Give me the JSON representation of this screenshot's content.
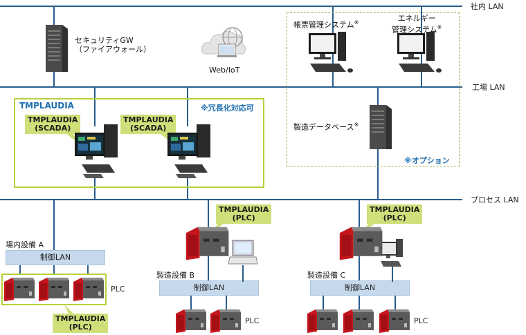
{
  "networks": {
    "office_lan": "社内 LAN",
    "factory_lan": "工場 LAN",
    "process_lan": "プロセス LAN"
  },
  "top": {
    "gateway_label_1": "セキュリティGW",
    "gateway_label_2": "（ファイアウォール）",
    "web_iot_label": "Web/IoT"
  },
  "options": {
    "ledger_system": "帳票管理システム",
    "energy_system_1": "エネルギー",
    "energy_system_2": "管理システム",
    "asterisk": "※",
    "database": "製造データベース",
    "option_note": "※オプション"
  },
  "scada": {
    "group_title": "TMPLAUDIA",
    "redundancy_note": "※冗長化対応可",
    "callouts": [
      {
        "line1": "TMPLAUDIA",
        "line2": "(SCADA)"
      },
      {
        "line1": "TMPLAUDIA",
        "line2": "(SCADA)"
      }
    ]
  },
  "areas": {
    "a": {
      "name": "場内設備 A",
      "control_lan": "制御LAN",
      "plc_label": "PLC",
      "callout_line1": "TMPLAUDIA",
      "callout_line2": "(PLC)"
    },
    "b": {
      "name": "製造設備 B",
      "control_lan": "制御LAN",
      "plc_label": "PLC",
      "callout_line1": "TMPLAUDIA",
      "callout_line2": "(PLC)"
    },
    "c": {
      "name": "製造設備 C",
      "control_lan": "制御LAN",
      "plc_label": "PLC",
      "callout_line1": "TMPLAUDIA",
      "callout_line2": "(PLC)"
    }
  },
  "colors": {
    "lan_line": "#2a5d8f",
    "callout_bg": "#cfe07a",
    "green_border": "#b7cf3a",
    "control_lan_bg": "#c6d9ec",
    "plc_red": "#c4161c",
    "title_blue": "#1f6fb0"
  },
  "icons": [
    "server-tower-icon",
    "cloud-globe-icon",
    "desktop-pc-icon",
    "plc-unit-icon",
    "laptop-icon"
  ]
}
